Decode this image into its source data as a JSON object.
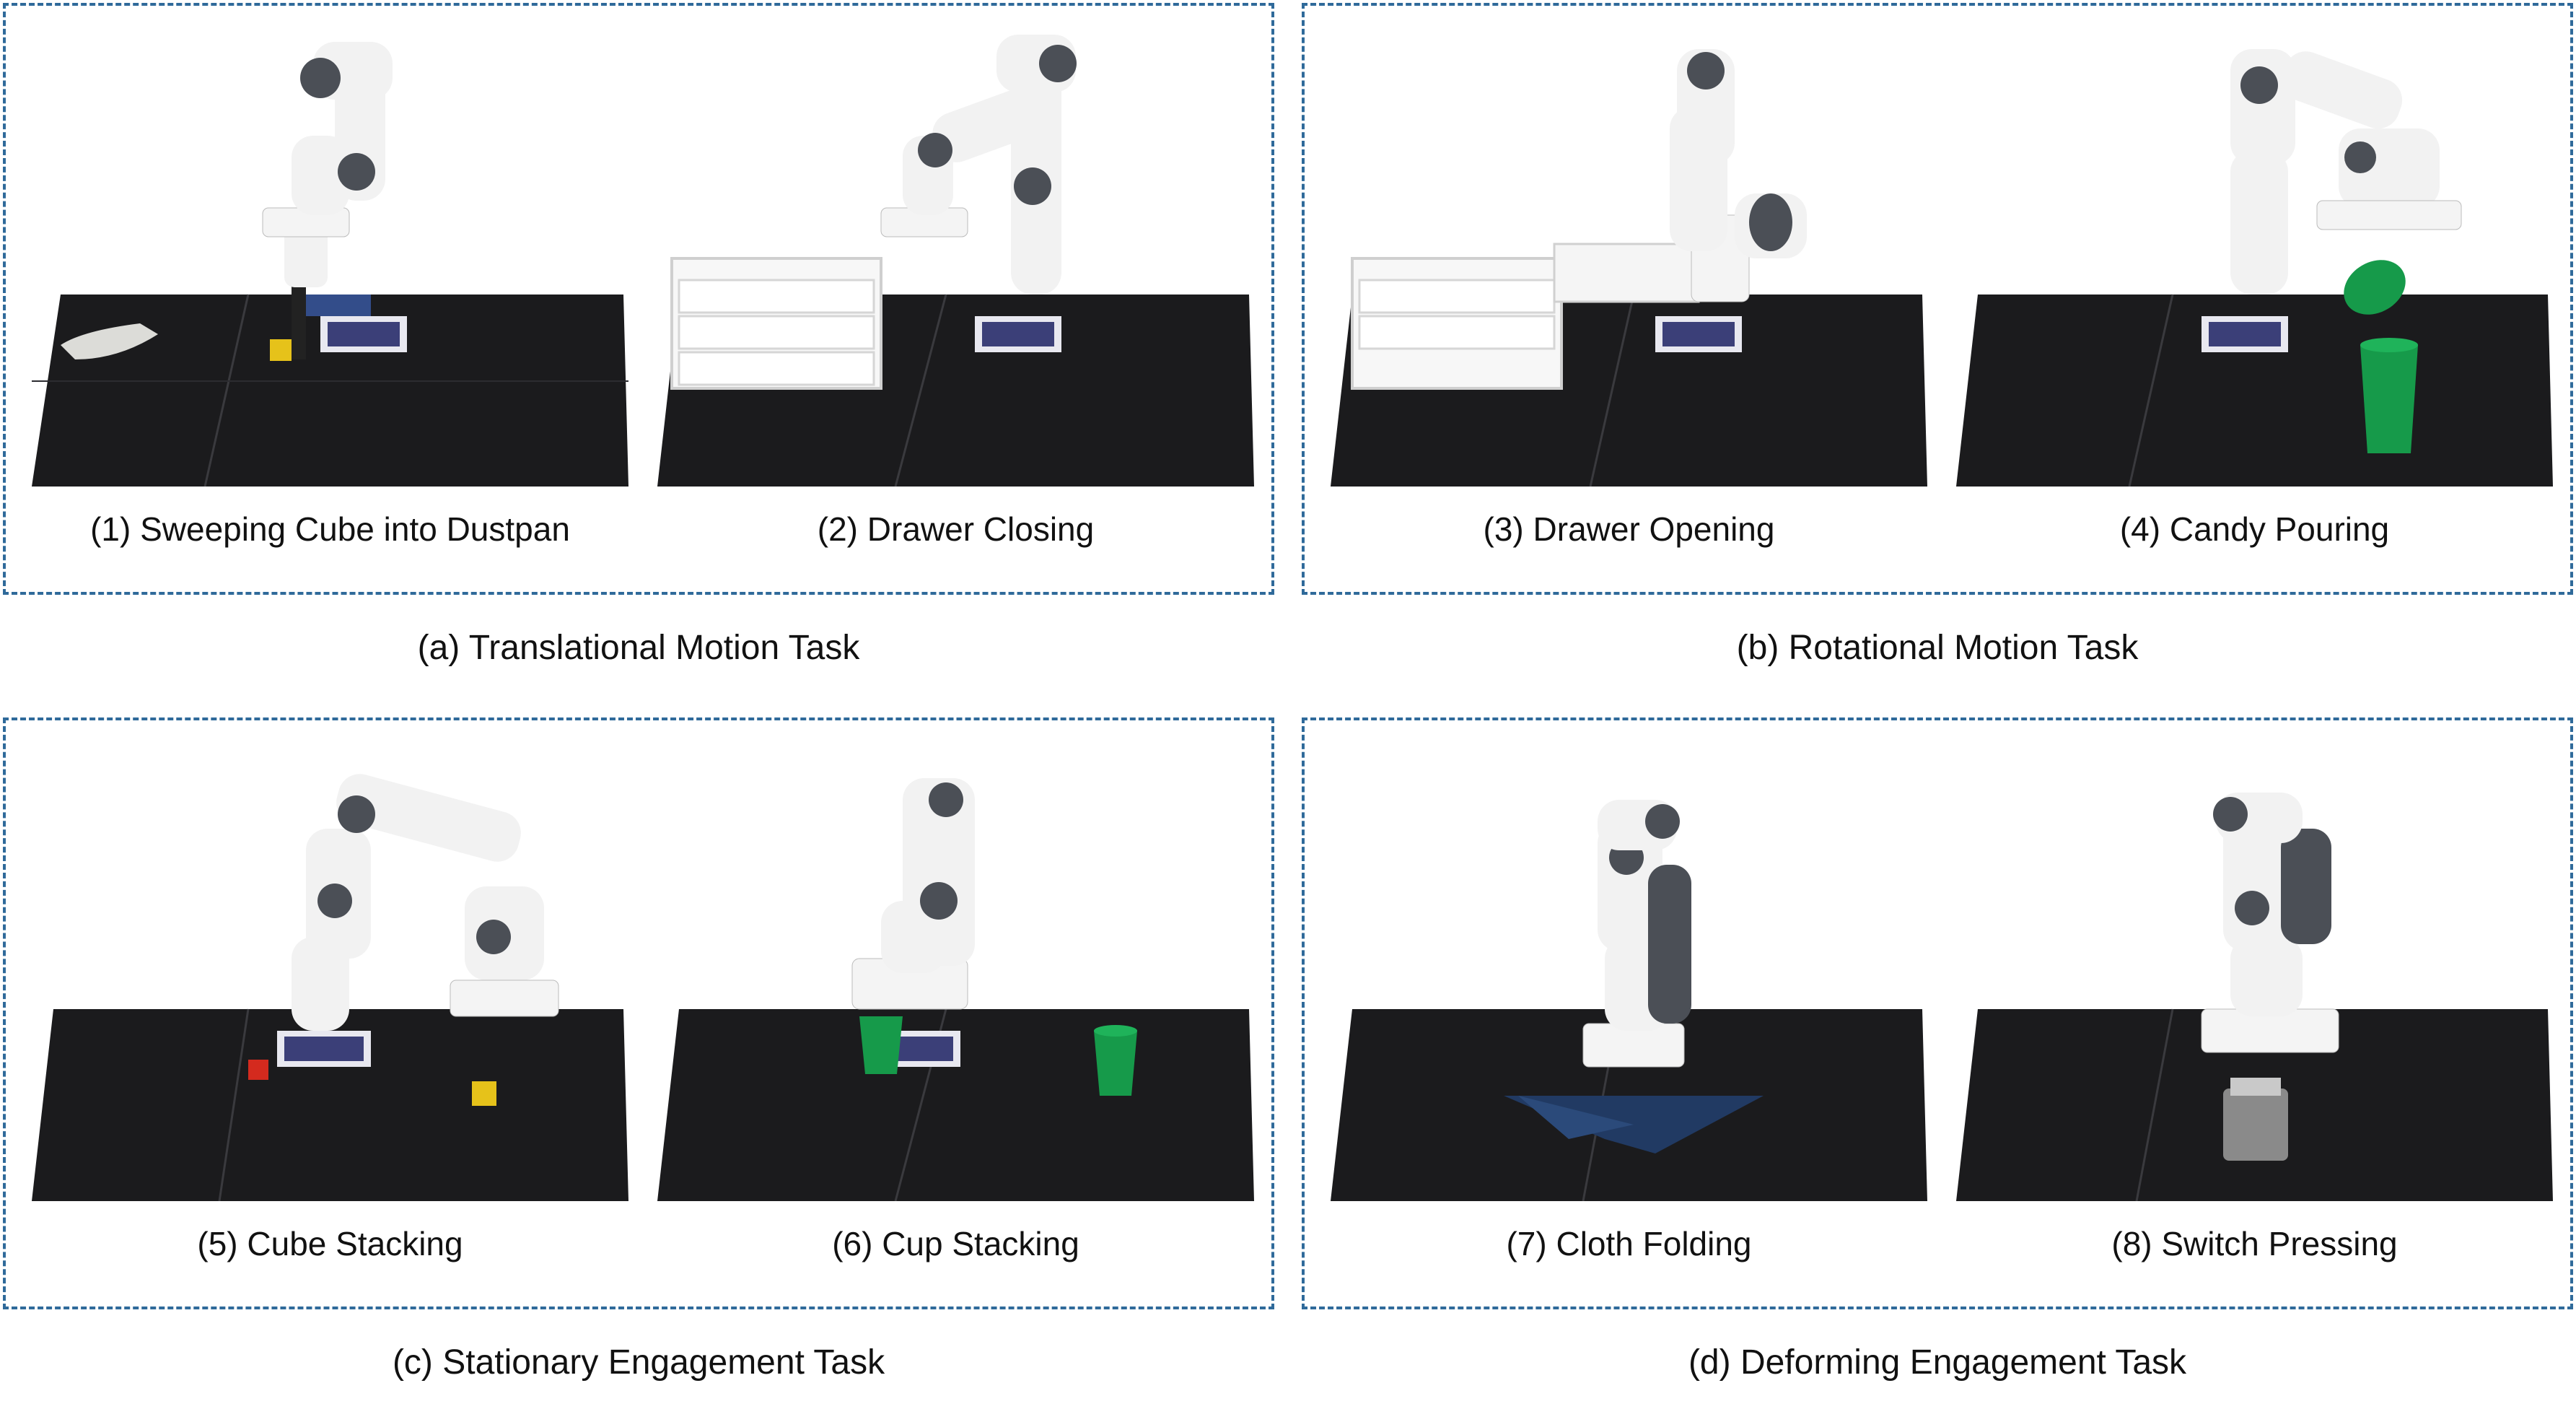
{
  "groups": [
    {
      "caption": "(a) Translational Motion Task",
      "panels": [
        {
          "caption": "(1) Sweeping Cube into Dustpan",
          "props": [
            "robot-arm",
            "dustpan",
            "yellow-cube",
            "base-marker"
          ]
        },
        {
          "caption": "(2) Drawer Closing",
          "props": [
            "robot-arm",
            "drawer-unit",
            "base-marker"
          ]
        }
      ]
    },
    {
      "caption": "(b) Rotational Motion Task",
      "panels": [
        {
          "caption": "(3) Drawer Opening",
          "props": [
            "robot-arm",
            "drawer-unit-open",
            "base-marker"
          ]
        },
        {
          "caption": "(4) Candy Pouring",
          "props": [
            "robot-arm",
            "green-cup",
            "base-marker"
          ]
        }
      ]
    },
    {
      "caption": "(c) Stationary Engagement Task",
      "panels": [
        {
          "caption": "(5) Cube Stacking",
          "props": [
            "robot-arm",
            "red-cube",
            "yellow-cube",
            "base-marker"
          ]
        },
        {
          "caption": "(6) Cup Stacking",
          "props": [
            "robot-arm",
            "green-cup",
            "green-cup",
            "base-marker"
          ]
        }
      ]
    },
    {
      "caption": "(d) Deforming Engagement Task",
      "panels": [
        {
          "caption": "(7) Cloth Folding",
          "props": [
            "robot-arm",
            "blue-cloth"
          ]
        },
        {
          "caption": "(8) Switch Pressing",
          "props": [
            "robot-arm",
            "switch-box"
          ]
        }
      ]
    }
  ],
  "colors": {
    "frame": "#2f6a9a",
    "table": "#1b1b1d",
    "table_seam": "#3a3a3e",
    "robot_white": "#f2f2f2",
    "robot_dark": "#4b4f56",
    "cube_yellow": "#e6c21a",
    "cube_red": "#d42a1e",
    "cup_green": "#169a4a",
    "cloth_blue": "#213a63"
  }
}
